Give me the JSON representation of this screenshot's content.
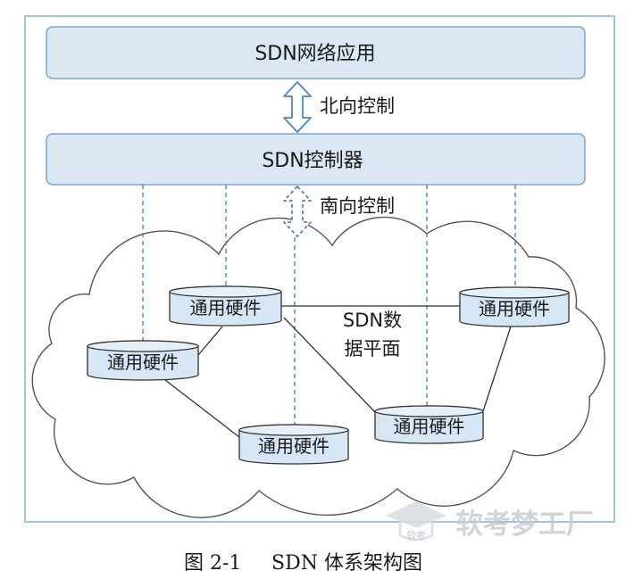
{
  "diagram": {
    "application_layer": "SDN网络应用",
    "northbound_label": "北向控制",
    "controller": "SDN控制器",
    "southbound_label": "南向控制",
    "data_plane_label": [
      "SDN数",
      "据平面"
    ],
    "hardware_nodes": [
      "通用硬件",
      "通用硬件",
      "通用硬件",
      "通用硬件",
      "通用硬件"
    ]
  },
  "caption": {
    "figure_number": "图 2-1",
    "title": "SDN 体系架构图"
  },
  "watermark": {
    "brand": "软考梦工厂",
    "logo_text": "软考"
  },
  "colors": {
    "frame": "#8ab4d8",
    "box_fill": "#dbe8f4",
    "box_border": "#7aa6d0",
    "arrow": "#4a86c0",
    "node_fill": "#d6e6f4",
    "line": "#333333"
  }
}
